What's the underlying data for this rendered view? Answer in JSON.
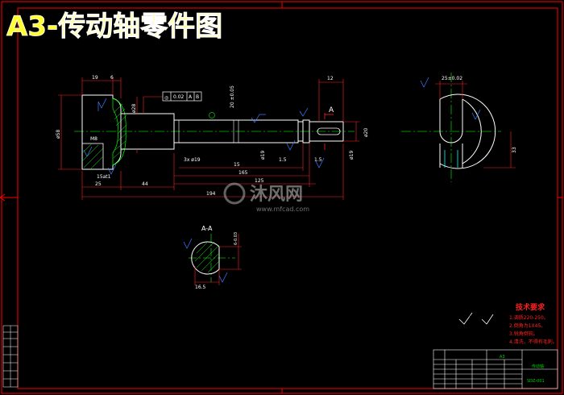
{
  "title": "A3-传动轴零件图",
  "colors": {
    "background": "#000000",
    "frame": "#ff0000",
    "title_fill": "#ffff30",
    "title_stroke": "#ffffff",
    "outline": "#ffffff",
    "centerline": "#00c000",
    "dimension": "#ff2020",
    "hatch": "#00ff00",
    "leader": "#4080ff",
    "cyan": "#00ffff"
  },
  "main_view": {
    "dims": {
      "d19": "19",
      "d6": "6",
      "d12": "12",
      "d25": "25",
      "d44": "44",
      "d15": "15",
      "d165": "165",
      "d125": "125",
      "d194": "194",
      "phi58": "ø58",
      "phi28": "ø28",
      "phi20": "ø20",
      "phi19a": "ø19",
      "phi19b": "ø19",
      "m8": "M8",
      "chamfer_15": "15at1",
      "groove_3x19": "3x ø19",
      "groove_1": "1.5",
      "groove_2": "1.5",
      "tol_top": "20 ±0.05",
      "section_mark": "A"
    },
    "tolerance_frame": {
      "symbol": "◎",
      "value": "0.02",
      "datum1": "A",
      "datum2": "B"
    }
  },
  "end_view": {
    "dim_top": "25±0.02",
    "dim_right": "33"
  },
  "section_view": {
    "label": "A-A",
    "dim_bottom": "16.5",
    "dim_side": "6-0.03"
  },
  "roughness_note": "√ (√)",
  "tech_requirements": {
    "title": "技术要求",
    "items": [
      "1.调质220-250。",
      "2.倒角为1X45。",
      "3.锐角倒钝。",
      "4.清洗，不得有毛刺。"
    ]
  },
  "title_block": {
    "scale_label": "A3",
    "part_name": "传动轴",
    "drawing_number": "SDZ-001"
  },
  "watermark": {
    "brand": "沐风网",
    "url": "www.mfcad.com"
  }
}
